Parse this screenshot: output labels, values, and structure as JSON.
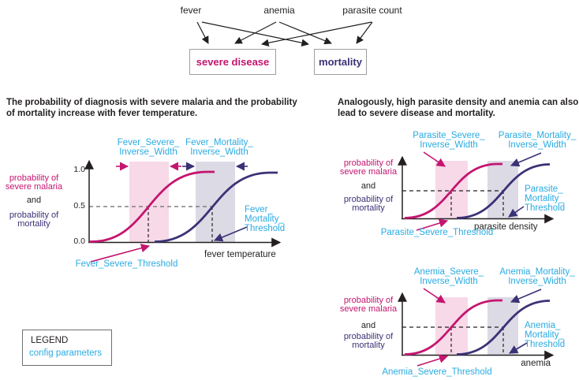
{
  "diagram": {
    "nodes": {
      "fever": "fever",
      "anemia": "anemia",
      "parasite_count": "parasite count"
    },
    "boxes": {
      "severe_disease": "severe disease",
      "mortality": "mortality"
    }
  },
  "intro": {
    "left_line1": "The probability of diagnosis with severe malaria and the probability",
    "left_line2": "of mortality increase with fever temperature.",
    "right_line1": "Analogously, high parasite density and anemia can also",
    "right_line2": "lead to severe disease and mortality."
  },
  "charts": {
    "fever": {
      "ylabel": {
        "severe_1": "probability of",
        "severe_2": "severe malaria",
        "and": "and",
        "mortality_1": "probability of",
        "mortality_2": "mortality"
      },
      "ticks": {
        "one": "1.0",
        "half": "0.5",
        "zero": "0.0"
      },
      "xlabel": "fever temperature",
      "severe_inverse_width_1": "Fever_Severe_",
      "severe_inverse_width_2": "Inverse_Width",
      "mortality_inverse_width_1": "Fever_Mortality_",
      "mortality_inverse_width_2": "Inverse_Width",
      "mortality_threshold_1": "Fever_",
      "mortality_threshold_2": "Mortality_",
      "mortality_threshold_3": "Threshold",
      "severe_threshold": "Fever_Severe_Threshold"
    },
    "parasite": {
      "ylabel": {
        "severe_1": "probability of",
        "severe_2": "severe malaria",
        "and": "and",
        "mortality_1": "probability of",
        "mortality_2": "mortality"
      },
      "xlabel": "parasite density",
      "severe_inverse_width_1": "Parasite_Severe_",
      "severe_inverse_width_2": "Inverse_Width",
      "mortality_inverse_width_1": "Parasite_Mortality_",
      "mortality_inverse_width_2": "Inverse_Width",
      "mortality_threshold_1": "Parasite_",
      "mortality_threshold_2": "Mortality_",
      "mortality_threshold_3": "Threshold",
      "severe_threshold": "Parasite_Severe_Threshold"
    },
    "anemia": {
      "ylabel": {
        "severe_1": "probability of",
        "severe_2": "severe malaria",
        "and": "and",
        "mortality_1": "probability of",
        "mortality_2": "mortality"
      },
      "xlabel": "anemia",
      "severe_inverse_width_1": "Anemia_Severe_",
      "severe_inverse_width_2": "Inverse_Width",
      "mortality_inverse_width_1": "Anemia_Mortality_",
      "mortality_inverse_width_2": "Inverse_Width",
      "mortality_threshold_1": "Anemia_",
      "mortality_threshold_2": "Mortality_",
      "mortality_threshold_3": "Threshold",
      "severe_threshold": "Anemia_Severe_Threshold"
    }
  },
  "legend": {
    "title": "LEGEND",
    "entry": "config parameters"
  },
  "colors": {
    "severe_curve": "#c4156f",
    "mortality_curve": "#3a3276",
    "config_parameter_text": "#29abe2",
    "severe_band": "#f7d9e8",
    "mortality_band": "#dcdae5"
  },
  "chart_data": [
    {
      "type": "line",
      "title": "probability vs fever temperature",
      "xlabel": "fever temperature",
      "ylabel": "probability of severe malaria and probability of mortality",
      "yticks": [
        0.0,
        0.5,
        1.0
      ],
      "series": [
        {
          "name": "probability of severe malaria",
          "shape": "sigmoid",
          "threshold_param": "Fever_Severe_Threshold",
          "width_param": "Fever_Severe_Inverse_Width",
          "color": "#c4156f"
        },
        {
          "name": "probability of mortality",
          "shape": "sigmoid",
          "threshold_param": "Fever_Mortality_Threshold",
          "width_param": "Fever_Mortality_Inverse_Width",
          "color": "#3a3276"
        }
      ],
      "annotations": [
        "dashed line at y=0.5 crossing each sigmoid at its threshold"
      ]
    },
    {
      "type": "line",
      "title": "probability vs parasite density",
      "xlabel": "parasite density",
      "ylabel": "probability of severe malaria and probability of mortality",
      "yticks": [],
      "series": [
        {
          "name": "probability of severe malaria",
          "shape": "sigmoid",
          "threshold_param": "Parasite_Severe_Threshold",
          "width_param": "Parasite_Severe_Inverse_Width",
          "color": "#c4156f"
        },
        {
          "name": "probability of mortality",
          "shape": "sigmoid",
          "threshold_param": "Parasite_Mortality_Threshold",
          "width_param": "Parasite_Mortality_Inverse_Width",
          "color": "#3a3276"
        }
      ],
      "annotations": [
        "dashed line at y=0.5 crossing each sigmoid at its threshold"
      ]
    },
    {
      "type": "line",
      "title": "probability vs anemia",
      "xlabel": "anemia",
      "ylabel": "probability of severe malaria and probability of mortality",
      "yticks": [],
      "series": [
        {
          "name": "probability of severe malaria",
          "shape": "sigmoid",
          "threshold_param": "Anemia_Severe_Threshold",
          "width_param": "Anemia_Severe_Inverse_Width",
          "color": "#c4156f"
        },
        {
          "name": "probability of mortality",
          "shape": "sigmoid",
          "threshold_param": "Anemia_Mortality_Threshold",
          "width_param": "Anemia_Mortality_Inverse_Width",
          "color": "#3a3276"
        }
      ],
      "annotations": [
        "dashed line at y=0.5 crossing each sigmoid at its threshold"
      ]
    }
  ]
}
